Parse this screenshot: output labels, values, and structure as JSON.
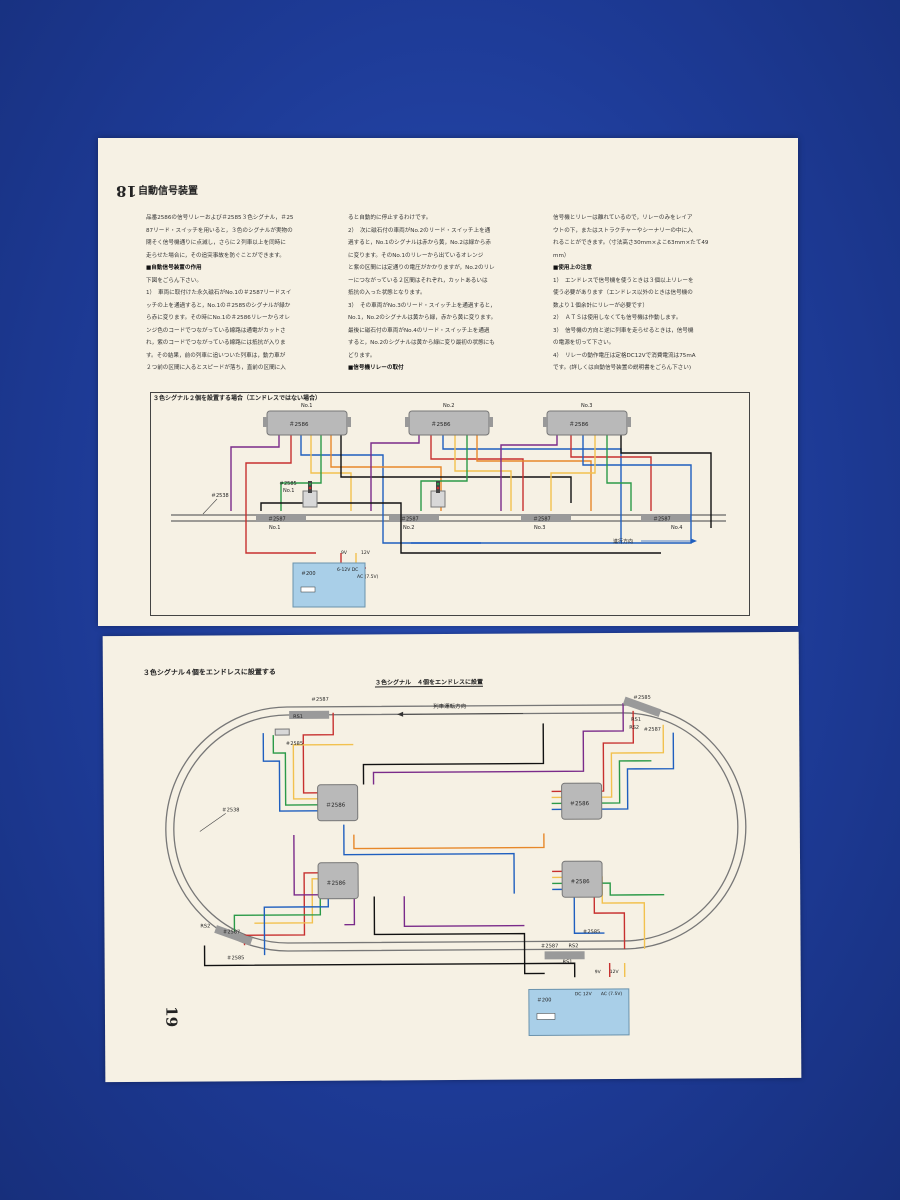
{
  "page_top": {
    "page_number": "18",
    "title": "自動信号装置",
    "column1": [
      "品番2586の信号リレーおよび＃2585３色シグナル，＃25",
      "87リード・スイッチを用いると，３色のシグナルが実物の",
      "閉そく信号機通りに点滅し，さらに２列車以上を同時に",
      "走らせた場合に，その追突事故を防ぐことができます。",
      "■自動信号装置の作用",
      "下図をごらん下さい。",
      "1）　車両に取付けた永久磁石がNo.1の＃2587リードスイ",
      "ッチの上を通過すると，No.1の＃2585のシグナルが緑か",
      "ら赤に変ります。その時にNo.1の＃2586リレーからオレ",
      "ンジ色のコードでつながっている線路は通電がカットさ",
      "れ，紫のコードでつながっている線路には抵抗が入りま",
      "す。その結果，前の列車に追いついた列車は，動力車が",
      "２つ前の区間に入るとスピードが落ち，直前の区間に入"
    ],
    "column2": [
      "ると自動的に停止するわけです。",
      "2）　次に磁石付の車両がNo.2のリード・スイッチ上を通",
      "過すると，No.1のシグナルは赤から黄，No.2は緑から赤",
      "に変ります。そのNo.1のリレーから出ているオレンジ",
      "と紫の区間には定通りの電圧がかかりますが，No.2のリレ",
      "ーにつながっている２区間はそれぞれ，カットあるいは",
      "抵抗の入った状態となります。",
      "3）　その車両がNo.3のリード・スイッチ上を通過すると，",
      "No.1，No.2のシグナルは黄から緑，赤から黄に変ります。",
      "最後に磁石付の車両がNo.4のリード・スイッチ上を通過",
      "すると，No.2のシグナルは黄から緑に変り最初の状態にも",
      "どります。",
      "■信号機リレーの取付"
    ],
    "column3": [
      "信号機とリレーは離れているので，リレーのみをレイア",
      "ウトの下，またはストラクチャーやシーナリーの中に入",
      "れることができます。（寸法高さ30mm×よこ63mm×たて49",
      "mm）",
      "■使用上の注意",
      "1）　エンドレスで信号機を使うときは３個以上リレーを",
      "使う必要があります（エンドレス以外のときは信号機の",
      "数より１個余計にリレーが必要です）",
      "2）　ＡＴＳは使用しなくても信号機は作動します。",
      "3）　信号機の方向と逆に列車を走らせるときは，信号機",
      "の電源を切って下さい。",
      "4）　リレーの動作電圧は定格DC12Vで消費電流は75mA",
      "です。(詳しくは自動信号装置の説明書をごらん下さい)"
    ],
    "diagram_title": "３色シグナル２個を設置する場合（エンドレスではない場合）",
    "diagram_labels": {
      "relay": "＃2586",
      "signal": "＃2585",
      "reed": "＃2587",
      "feeder": "＃2538",
      "power": "＃200",
      "no1": "No.1",
      "no2": "No.2",
      "no3": "No.3",
      "no4": "No.4",
      "direction": "進行方向",
      "v9": "9V",
      "v12": "12V",
      "dc": "6-12V DC",
      "ac": "AC (7.5V)"
    }
  },
  "page_bottom": {
    "page_number": "19",
    "title": "３色シグナル４個をエンドレスに設置する",
    "subtitle": "３色シグナル　４個をエンドレスに設置",
    "direction": "列車運転方向",
    "labels": {
      "relay": "＃2586",
      "signal": "＃2585",
      "reed": "＃2587",
      "feeder": "＃2538",
      "power": "＃200",
      "rs1": "RS1",
      "rs2": "RS2",
      "v9": "9V",
      "v12": "12V",
      "dc": "DC 12V",
      "ac": "AC (7.5V)"
    }
  },
  "colors": {
    "background": "#1d3a95",
    "paper": "#f6f1e4",
    "power_box": "#a9cfe8",
    "relay": "#b9b9b9"
  }
}
